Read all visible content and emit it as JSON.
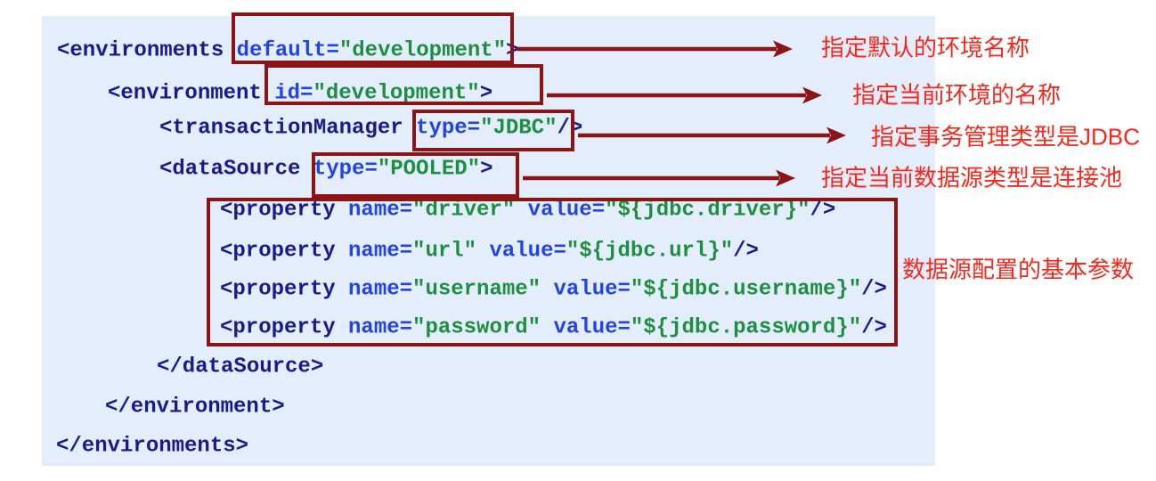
{
  "figure": {
    "description_label": "MyBatis environments XML configuration with callout annotations"
  },
  "colors": {
    "panel_background": "#e4edfb",
    "tag": "#1a1a8c",
    "attribute": "#2244e2",
    "value": "#1e8e41",
    "callout_dark_red": "#8b1515",
    "annotation_red": "#f9261b"
  },
  "code": {
    "lines": [
      {
        "tokens": [
          [
            "tag",
            "<environments "
          ],
          [
            "attr",
            "default="
          ],
          [
            "val",
            "\"development\""
          ],
          [
            "tag",
            ">"
          ]
        ]
      },
      {
        "tokens": [
          [
            "tag",
            "<environment "
          ],
          [
            "attr",
            "id="
          ],
          [
            "val",
            "\"development\""
          ],
          [
            "tag",
            ">"
          ]
        ]
      },
      {
        "tokens": [
          [
            "tag",
            "<transactionManager "
          ],
          [
            "attr",
            "type="
          ],
          [
            "val",
            "\"JDBC\""
          ],
          [
            "tag",
            "/>"
          ]
        ]
      },
      {
        "tokens": [
          [
            "tag",
            "<dataSource "
          ],
          [
            "attr",
            "type="
          ],
          [
            "val",
            "\"POOLED\""
          ],
          [
            "tag",
            ">"
          ]
        ]
      },
      {
        "tokens": [
          [
            "tag",
            "<property "
          ],
          [
            "attr",
            "name="
          ],
          [
            "val",
            "\"driver\""
          ],
          [
            "attr",
            " value="
          ],
          [
            "val",
            "\"${jdbc.driver}\""
          ],
          [
            "tag",
            "/>"
          ]
        ]
      },
      {
        "tokens": [
          [
            "tag",
            "<property "
          ],
          [
            "attr",
            "name="
          ],
          [
            "val",
            "\"url\""
          ],
          [
            "attr",
            " value="
          ],
          [
            "val",
            "\"${jdbc.url}\""
          ],
          [
            "tag",
            "/>"
          ]
        ]
      },
      {
        "tokens": [
          [
            "tag",
            "<property "
          ],
          [
            "attr",
            "name="
          ],
          [
            "val",
            "\"username\""
          ],
          [
            "attr",
            " value="
          ],
          [
            "val",
            "\"${jdbc.username}\""
          ],
          [
            "tag",
            "/>"
          ]
        ]
      },
      {
        "tokens": [
          [
            "tag",
            "<property "
          ],
          [
            "attr",
            "name="
          ],
          [
            "val",
            "\"password\""
          ],
          [
            "attr",
            " value="
          ],
          [
            "val",
            "\"${jdbc.password}\""
          ],
          [
            "tag",
            "/>"
          ]
        ]
      },
      {
        "tokens": [
          [
            "tag",
            "</dataSource>"
          ]
        ]
      },
      {
        "tokens": [
          [
            "tag",
            "</environment>"
          ]
        ]
      },
      {
        "tokens": [
          [
            "tag",
            "</environments>"
          ]
        ]
      }
    ]
  },
  "annotations": [
    {
      "label": "指定默认的环境名称"
    },
    {
      "label": "指定当前环境的名称"
    },
    {
      "label": "指定事务管理类型是JDBC"
    },
    {
      "label": "指定当前数据源类型是连接池"
    },
    {
      "label": "数据源配置的基本参数"
    }
  ]
}
